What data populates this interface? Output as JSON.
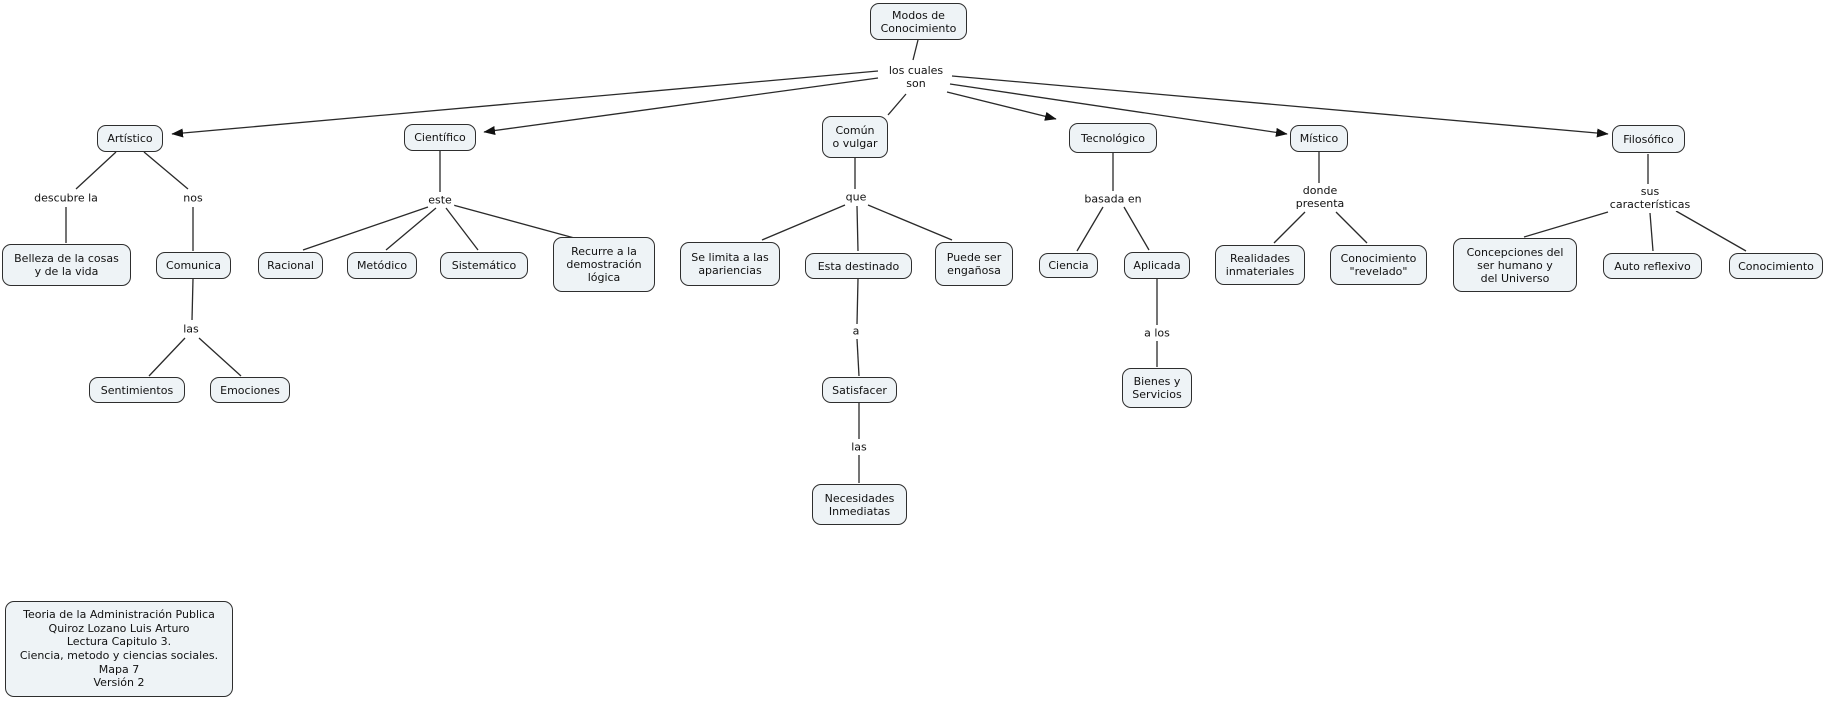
{
  "title": "Modos de Conocimiento concept map",
  "colors": {
    "background": "#ffffff",
    "node_fill": "#eef3f6",
    "node_border": "#2e2e2e",
    "line": "#2a2a2a",
    "text": "#111111"
  },
  "nodes": {
    "root": {
      "label": "Modos de\nConocimiento"
    },
    "artistico": {
      "label": "Artístico"
    },
    "belleza": {
      "label": "Belleza de la cosas\ny de la vida"
    },
    "comunica": {
      "label": "Comunica"
    },
    "sentimientos": {
      "label": "Sentimientos"
    },
    "emociones": {
      "label": "Emociones"
    },
    "cientifico": {
      "label": "Científico"
    },
    "racional": {
      "label": "Racional"
    },
    "metodico": {
      "label": "Metódico"
    },
    "sistematico": {
      "label": "Sistemático"
    },
    "recurre": {
      "label": "Recurre a la\ndemostración\nlógica"
    },
    "comun": {
      "label": "Común\no vulgar"
    },
    "selimita": {
      "label": "Se limita a las\napariencias"
    },
    "destinado": {
      "label": "Esta destinado"
    },
    "enganosa": {
      "label": "Puede ser\nengañosa"
    },
    "satisfacer": {
      "label": "Satisfacer"
    },
    "necesidades": {
      "label": "Necesidades\nInmediatas"
    },
    "tecnologico": {
      "label": "Tecnológico"
    },
    "ciencia": {
      "label": "Ciencia"
    },
    "aplicada": {
      "label": "Aplicada"
    },
    "bienes": {
      "label": "Bienes y\nServicios"
    },
    "mistico": {
      "label": "Místico"
    },
    "realidades": {
      "label": "Realidades\ninmateriales"
    },
    "revelado": {
      "label": "Conocimiento\n\"revelado\""
    },
    "filosofico": {
      "label": "Filosófico"
    },
    "concepciones": {
      "label": "Concepciones del\nser humano y\ndel Universo"
    },
    "autoreflexivo": {
      "label": "Auto reflexivo"
    },
    "conocimiento": {
      "label": "Conocimiento"
    }
  },
  "links": {
    "los_cuales_son": {
      "label": "los cuales\nson"
    },
    "descubre_la": {
      "label": "descubre la"
    },
    "nos": {
      "label": "nos"
    },
    "las_artistico": {
      "label": "las"
    },
    "este": {
      "label": "este"
    },
    "que": {
      "label": "que"
    },
    "a": {
      "label": "a"
    },
    "las_comun": {
      "label": "las"
    },
    "basada_en": {
      "label": "basada en"
    },
    "a_los": {
      "label": "a los"
    },
    "donde_presenta": {
      "label": "donde\npresenta"
    },
    "sus_caracteristicas": {
      "label": "sus\ncaracterísticas"
    }
  },
  "footer": {
    "text": "Teoria de la Administración Publica\nQuiroz Lozano Luis Arturo\nLectura Capitulo 3.\nCiencia, metodo y ciencias sociales.\nMapa 7\nVersión 2"
  }
}
